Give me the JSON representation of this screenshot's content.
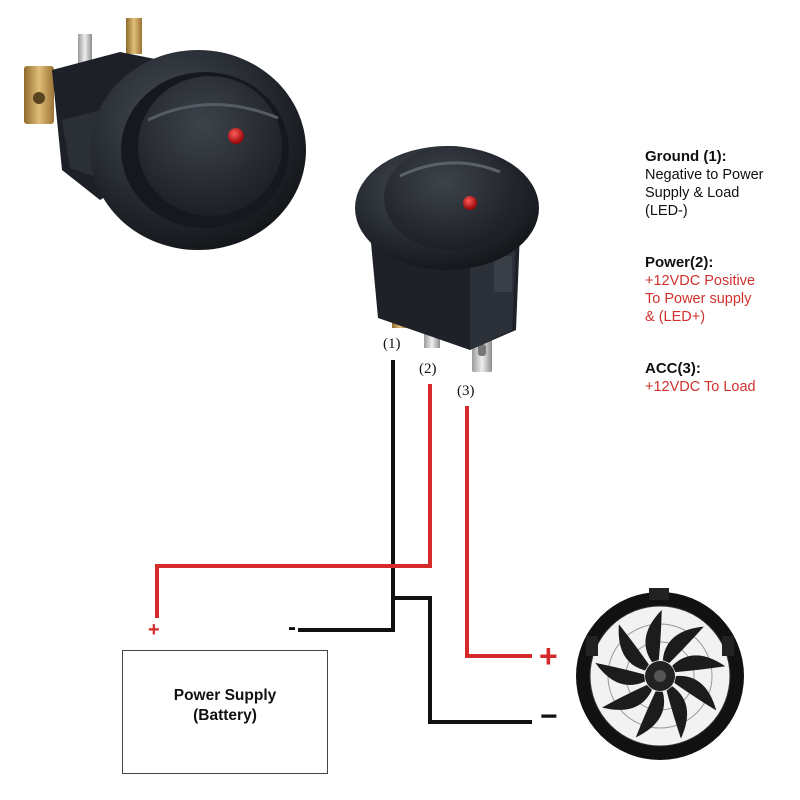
{
  "legend": {
    "ground_title": "Ground (1):",
    "ground_lines": [
      "Negative to Power",
      "Supply & Load",
      "(LED-)"
    ],
    "power_title": "Power(2):",
    "power_lines": [
      "+12VDC Positive",
      "To Power supply",
      "& (LED+)"
    ],
    "acc_title": "ACC(3):",
    "acc_lines": [
      "+12VDC To Load"
    ]
  },
  "pins": {
    "p1": "(1)",
    "p2": "(2)",
    "p3": "(3)"
  },
  "battery": {
    "line1": "Power Supply",
    "line2": "(Battery)",
    "plus": "+",
    "minus": "-"
  },
  "fan": {
    "plus": "+",
    "minus": "−"
  },
  "colors": {
    "wire_red": "#d62a2a",
    "wire_black": "#111111",
    "switch_body": "#262a31",
    "led": "#c8102e",
    "terminal": "#c8a25a"
  }
}
